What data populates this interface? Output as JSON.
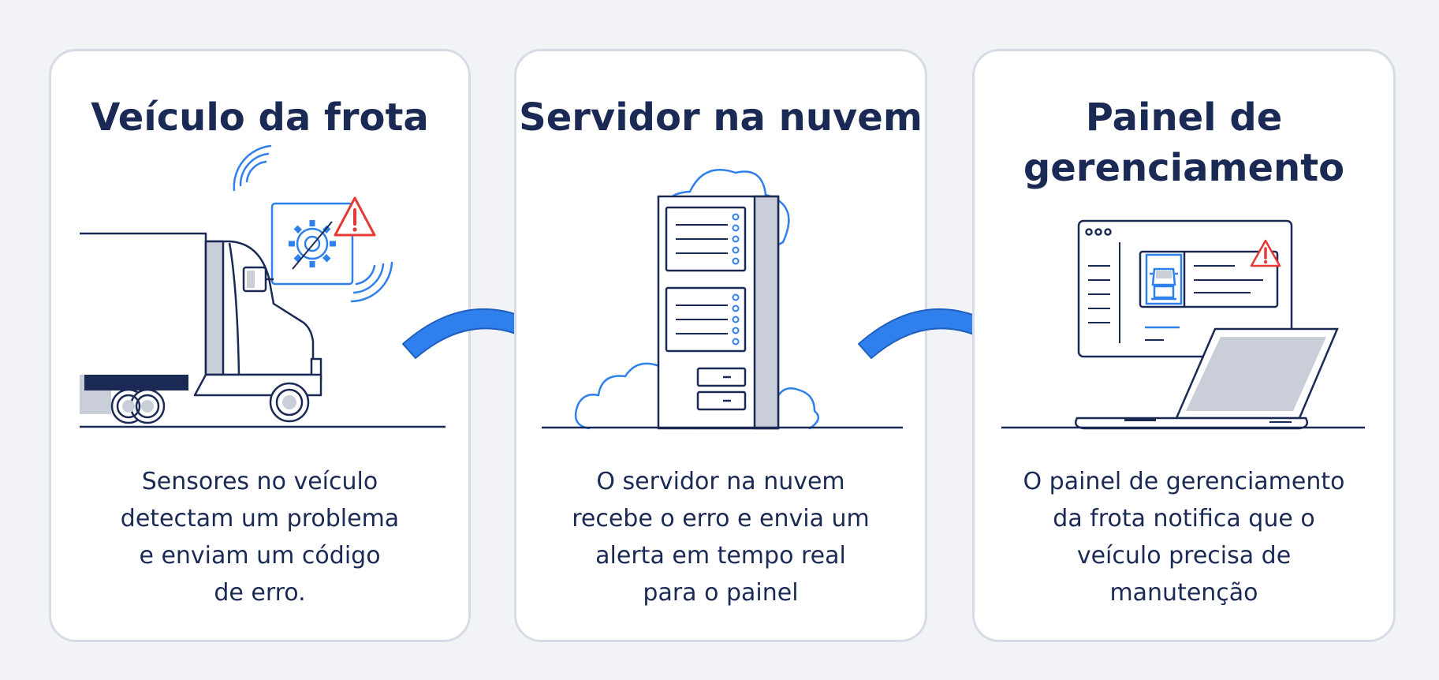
{
  "steps": [
    {
      "title_lines": [
        "Veículo da frota"
      ],
      "desc_lines": [
        "Sensores no veículo",
        "detectam um problema",
        "e enviam um código",
        "de erro."
      ]
    },
    {
      "title_lines": [
        "Servidor na nuvem"
      ],
      "desc_lines": [
        "O servidor na nuvem",
        "recebe o erro e envia um",
        "alerta em tempo real",
        "para o painel"
      ]
    },
    {
      "title_lines": [
        "Painel de",
        "gerenciamento"
      ],
      "desc_lines": [
        "O painel de gerenciamento",
        "da frota notifica que o",
        "veículo precisa de",
        "manutenção"
      ]
    }
  ],
  "icons": {
    "step1": [
      "truck-icon",
      "wireless-signal-icon",
      "gear-icon",
      "warning-icon"
    ],
    "step2": [
      "server-rack-icon",
      "cloud-icon"
    ],
    "step3": [
      "monitor-icon",
      "laptop-icon",
      "truck-front-icon",
      "warning-icon"
    ],
    "connectors": [
      "curved-arrow-icon",
      "curved-arrow-icon"
    ]
  },
  "colors": {
    "title": "#1b2a55",
    "line_art": "#1b2a55",
    "accent_blue": "#2f80ed",
    "warning_red": "#e53935",
    "card_border": "#d6dbe5",
    "background": "#f1f3f7"
  }
}
